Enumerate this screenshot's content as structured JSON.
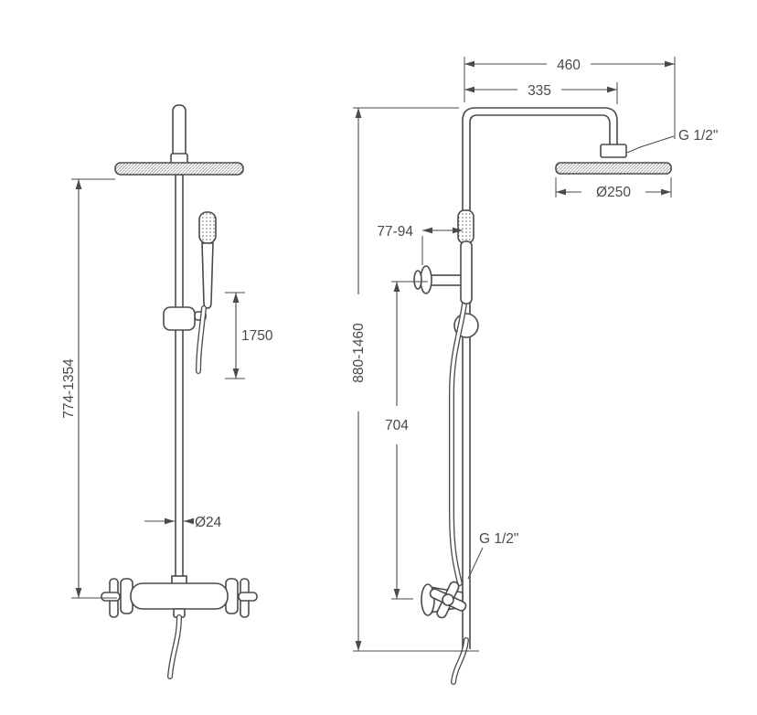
{
  "page": {
    "background": "#ffffff",
    "line_color": "#4a4a4a"
  },
  "drawing": {
    "front_view": {
      "height_range": "774-1354",
      "hose_length": "1750",
      "pipe_diameter": "Ø24"
    },
    "side_view": {
      "overall_projection": "460",
      "arm_projection": "335",
      "head_connection": "G 1/2\"",
      "head_diameter": "Ø250",
      "wall_distance": "77-94",
      "column_height": "880-1460",
      "bracket_to_valve": "704",
      "inlet_connection": "G 1/2\""
    }
  }
}
